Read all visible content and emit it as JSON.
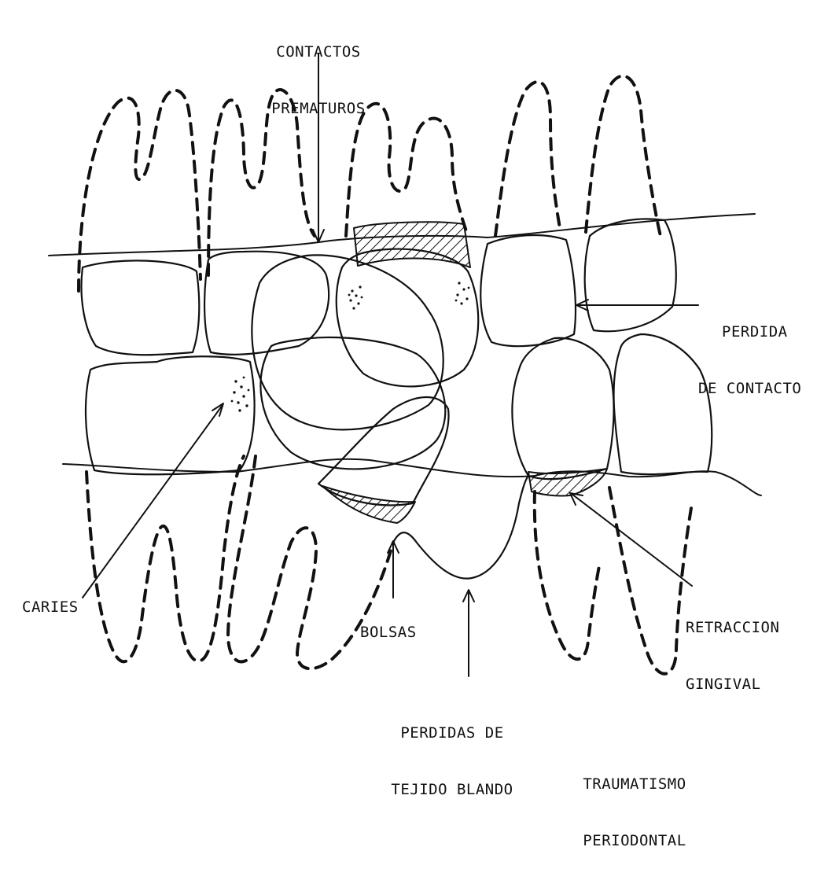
{
  "labels": {
    "contactos_prematuros": {
      "line1": "CONTACTOS",
      "line2": "PREMATUROS"
    },
    "perdida_de_contacto": {
      "line1": "PERDIDA",
      "line2": "DE CONTACTO"
    },
    "caries": "CARIES",
    "bolsas": "BOLSAS",
    "perdidas_tejido_blando": {
      "line1": "PERDIDAS DE",
      "line2": "TEJIDO BLANDO"
    },
    "retraccion_gingival": {
      "line1": "RETRACCION",
      "line2": "GINGIVAL"
    },
    "traumatismo_periodontal": {
      "line1": "TRAUMATISMO",
      "line2": "PERIODONTAL"
    }
  },
  "colors": {
    "ink": "#111111",
    "paper": "#ffffff"
  }
}
